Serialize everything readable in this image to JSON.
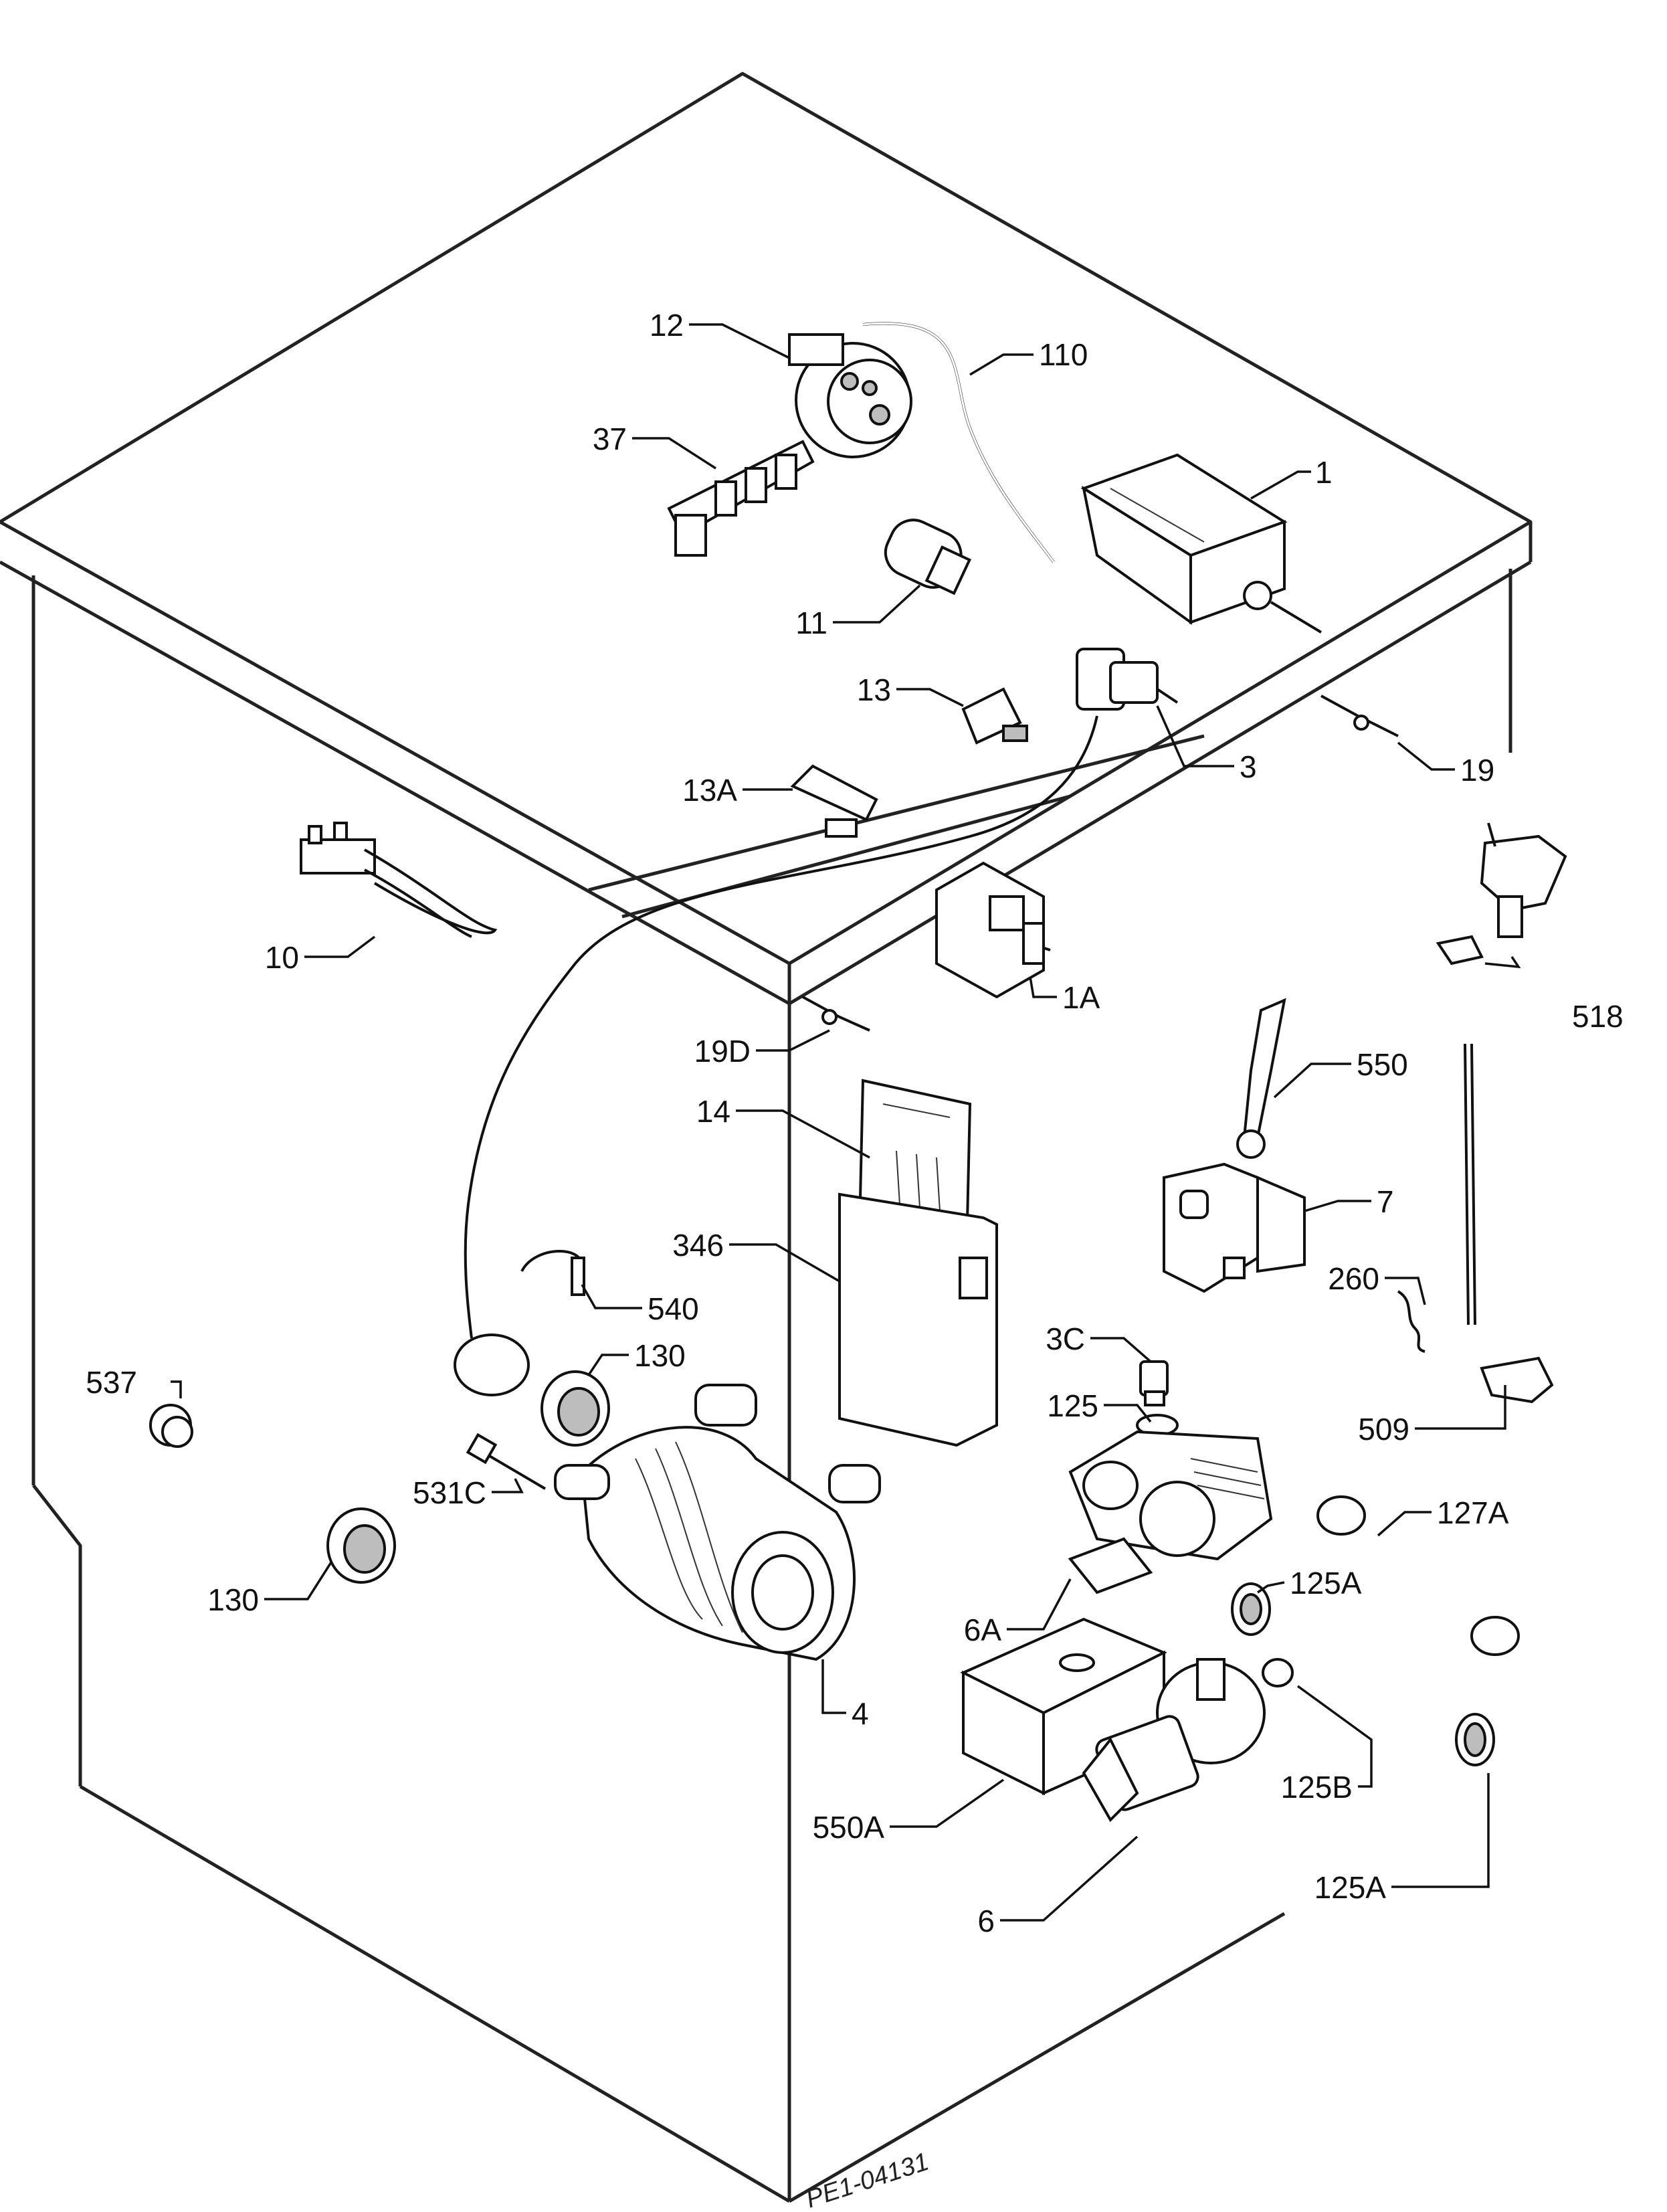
{
  "labels": {
    "l12": "12",
    "l110": "110",
    "l37": "37",
    "l1": "1",
    "l11": "11",
    "l13": "13",
    "l3": "3",
    "l19": "19",
    "l13a": "13A",
    "l10": "10",
    "l1a": "1A",
    "l518": "518",
    "l19d": "19D",
    "l550": "550",
    "l14": "14",
    "l7": "7",
    "l346": "346",
    "l260": "260",
    "l540": "540",
    "l3c": "3C",
    "l537": "537",
    "l130a": "130",
    "l125": "125",
    "l509": "509",
    "l531c": "531C",
    "l127a": "127A",
    "l125a_1": "125A",
    "l130b": "130",
    "l6a": "6A",
    "l4": "4",
    "l125b": "125B",
    "l550a": "550A",
    "l6": "6",
    "l125a_2": "125A"
  },
  "drawing_ref": "PE1-04131",
  "colors": {
    "ink": "#111111",
    "paper": "#ffffff",
    "shade": "#bdbdbd"
  }
}
